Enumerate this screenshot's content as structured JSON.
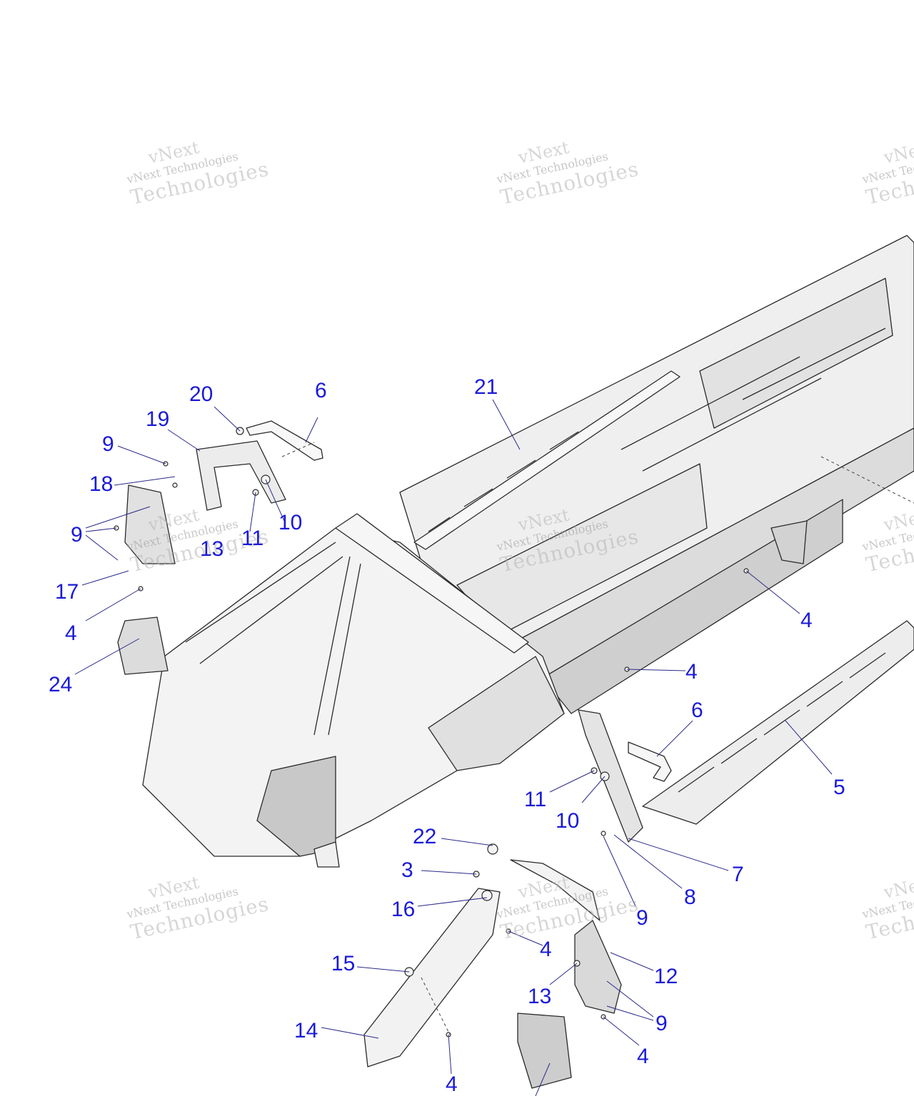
{
  "diagram": {
    "watermark": {
      "line_a": "vNext",
      "line_b": "vNext Technologies",
      "line_c": "Technologies"
    },
    "colors": {
      "callout": "#1a1ad8",
      "line": "#2a2a2a",
      "part_fill": "#f4f4f4",
      "shade": "#d9d9d9",
      "dark_shade": "#bdbdbd"
    },
    "callouts": [
      "21",
      "20",
      "6",
      "19",
      "9",
      "18",
      "10",
      "11",
      "13",
      "9",
      "17",
      "4",
      "24",
      "4",
      "4",
      "6",
      "5",
      "11",
      "10",
      "22",
      "7",
      "3",
      "8",
      "16",
      "9",
      "4",
      "12",
      "15",
      "13",
      "9",
      "14",
      "4",
      "4"
    ]
  }
}
